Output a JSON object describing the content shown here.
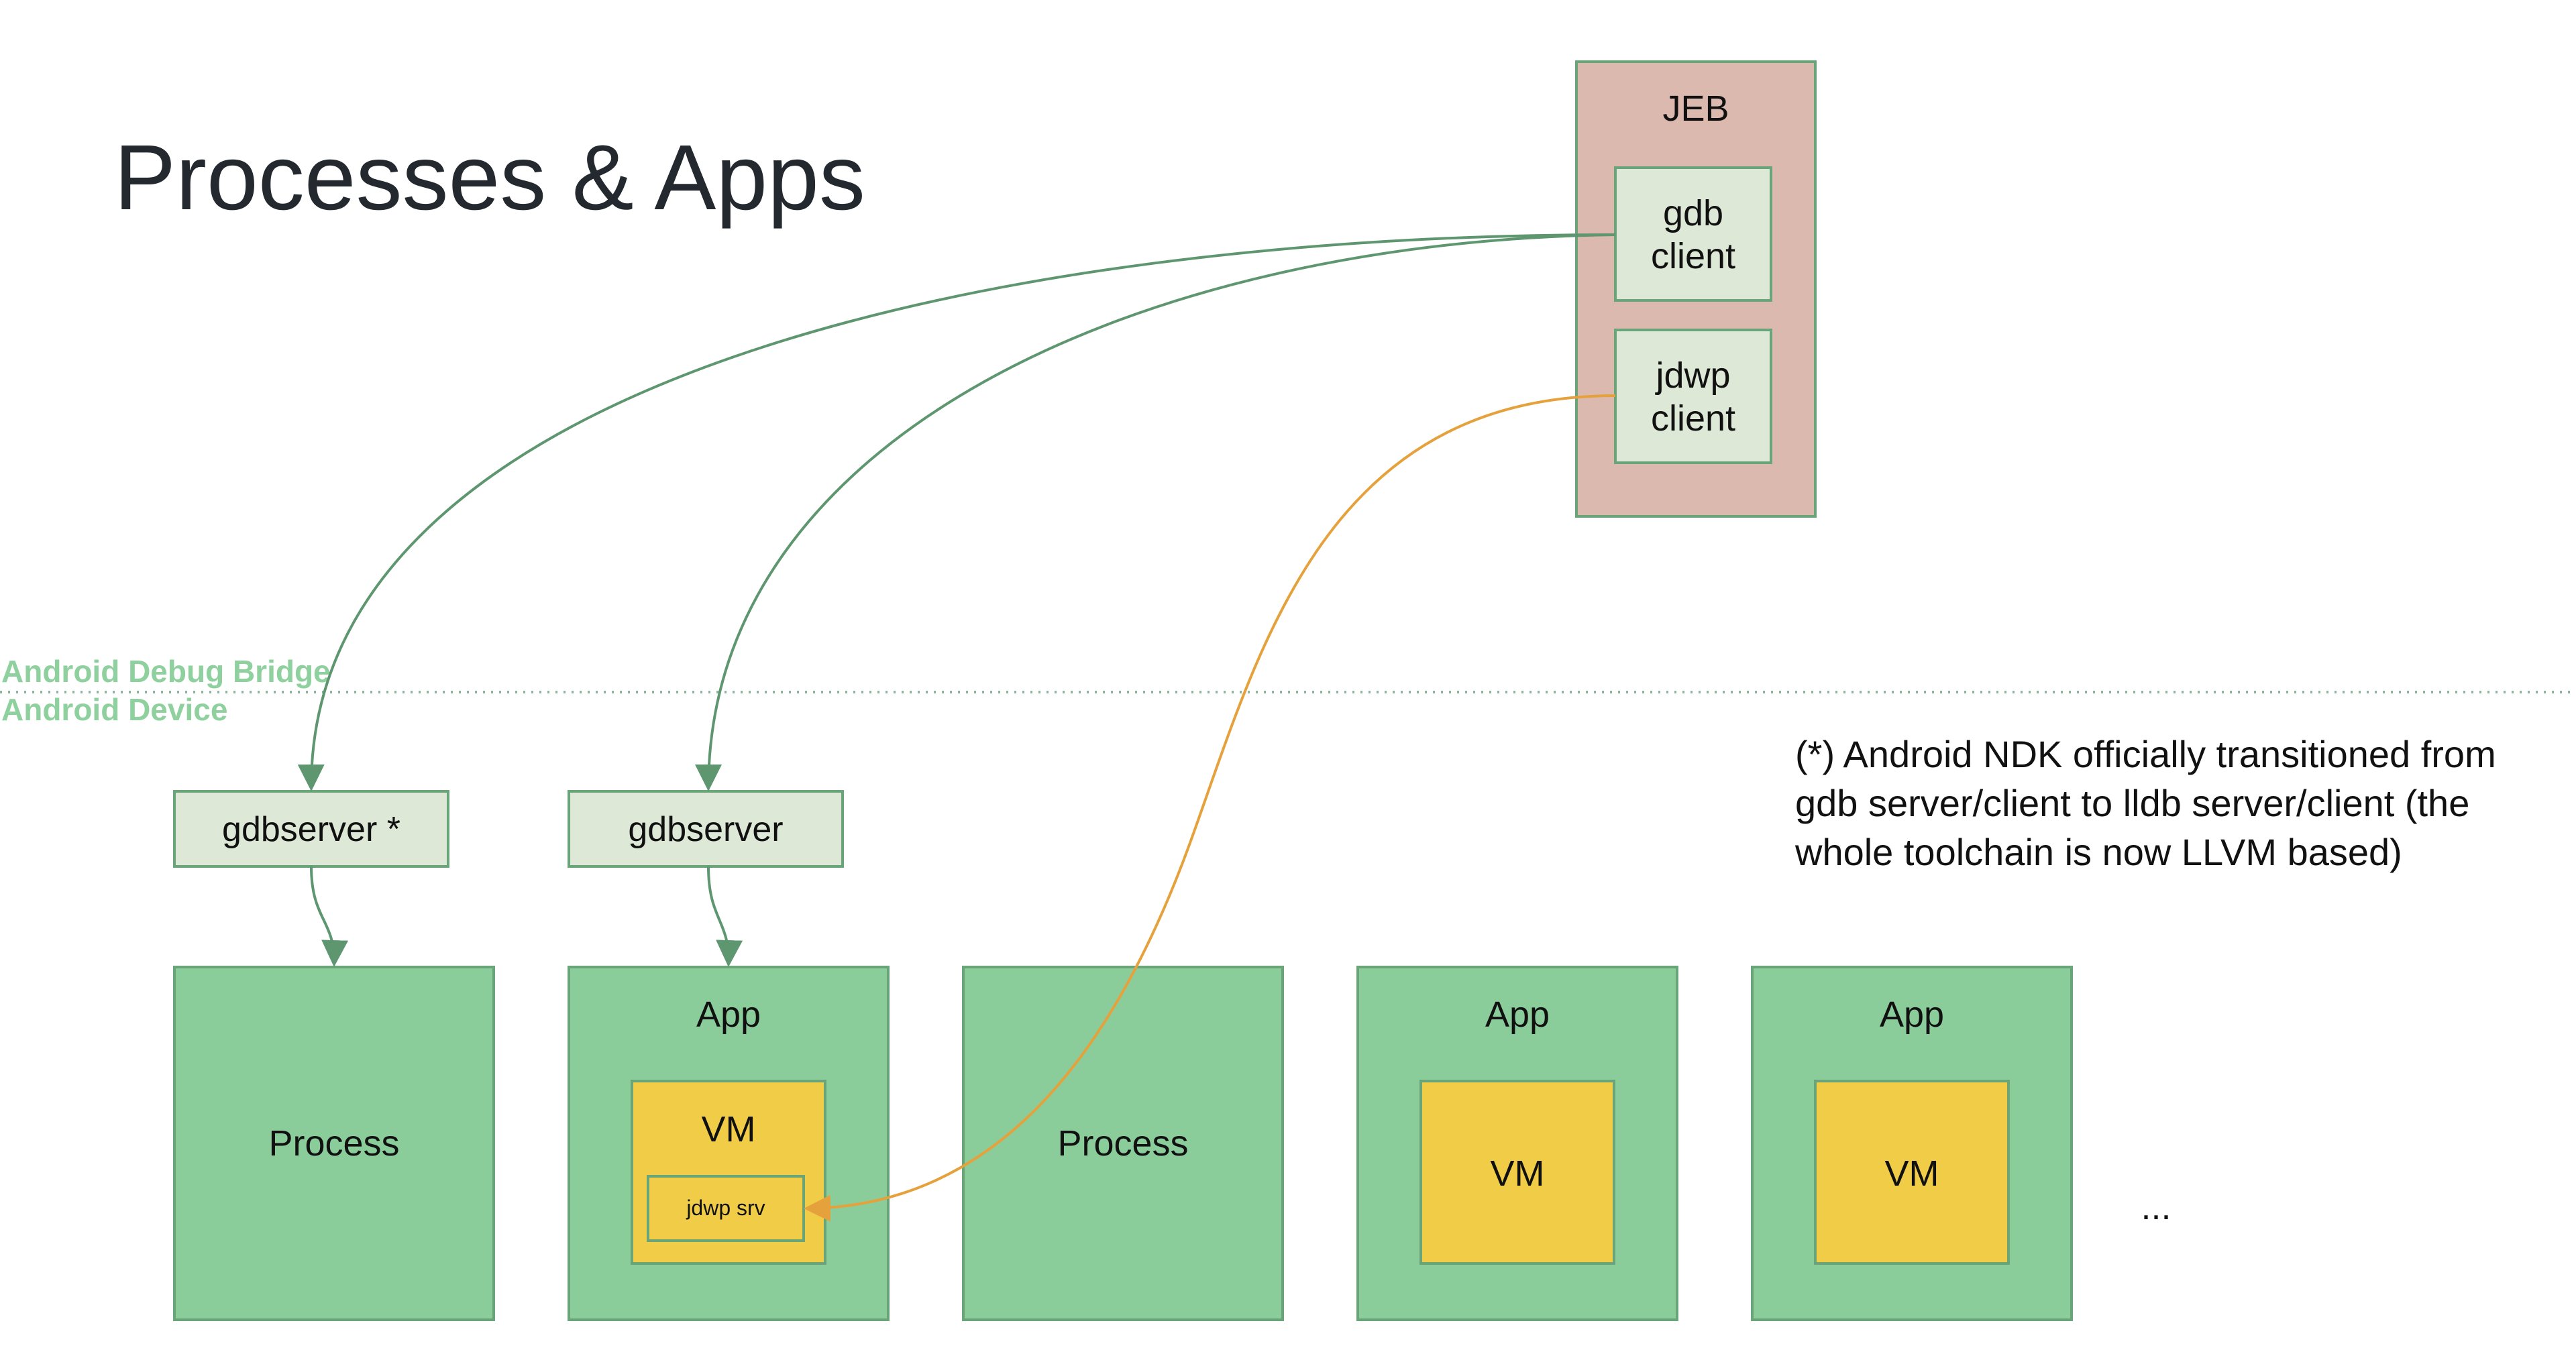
{
  "title": "Processes & Apps",
  "colors": {
    "jeb_fill": "#dbb9af",
    "light_green_fill": "#dde8d6",
    "green_fill": "#8bcc9b",
    "yellow_fill": "#f0cc47",
    "box_stroke": "#6aa57a",
    "green_arrow": "#5e9670",
    "orange_arrow": "#e5a23c",
    "divider_text": "#8ed09e"
  },
  "jeb": {
    "label": "JEB",
    "gdb_client": [
      "gdb",
      "client"
    ],
    "jdwp_client": [
      "jdwp",
      "client"
    ]
  },
  "divider": {
    "top_label": "Android Debug Bridge",
    "bottom_label": "Android Device"
  },
  "servers": {
    "gdbserver_star": "gdbserver *",
    "gdbserver": "gdbserver"
  },
  "device": {
    "process1": "Process",
    "app1": {
      "label": "App",
      "vm": "VM",
      "jdwp_srv": "jdwp srv"
    },
    "process2": "Process",
    "app2": {
      "label": "App",
      "vm": "VM"
    },
    "app3": {
      "label": "App",
      "vm": "VM"
    },
    "ellipsis": "..."
  },
  "note": [
    "(*) Android NDK officially transitioned from",
    "gdb server/client to lldb server/client (the",
    "whole toolchain is now LLVM based)"
  ]
}
